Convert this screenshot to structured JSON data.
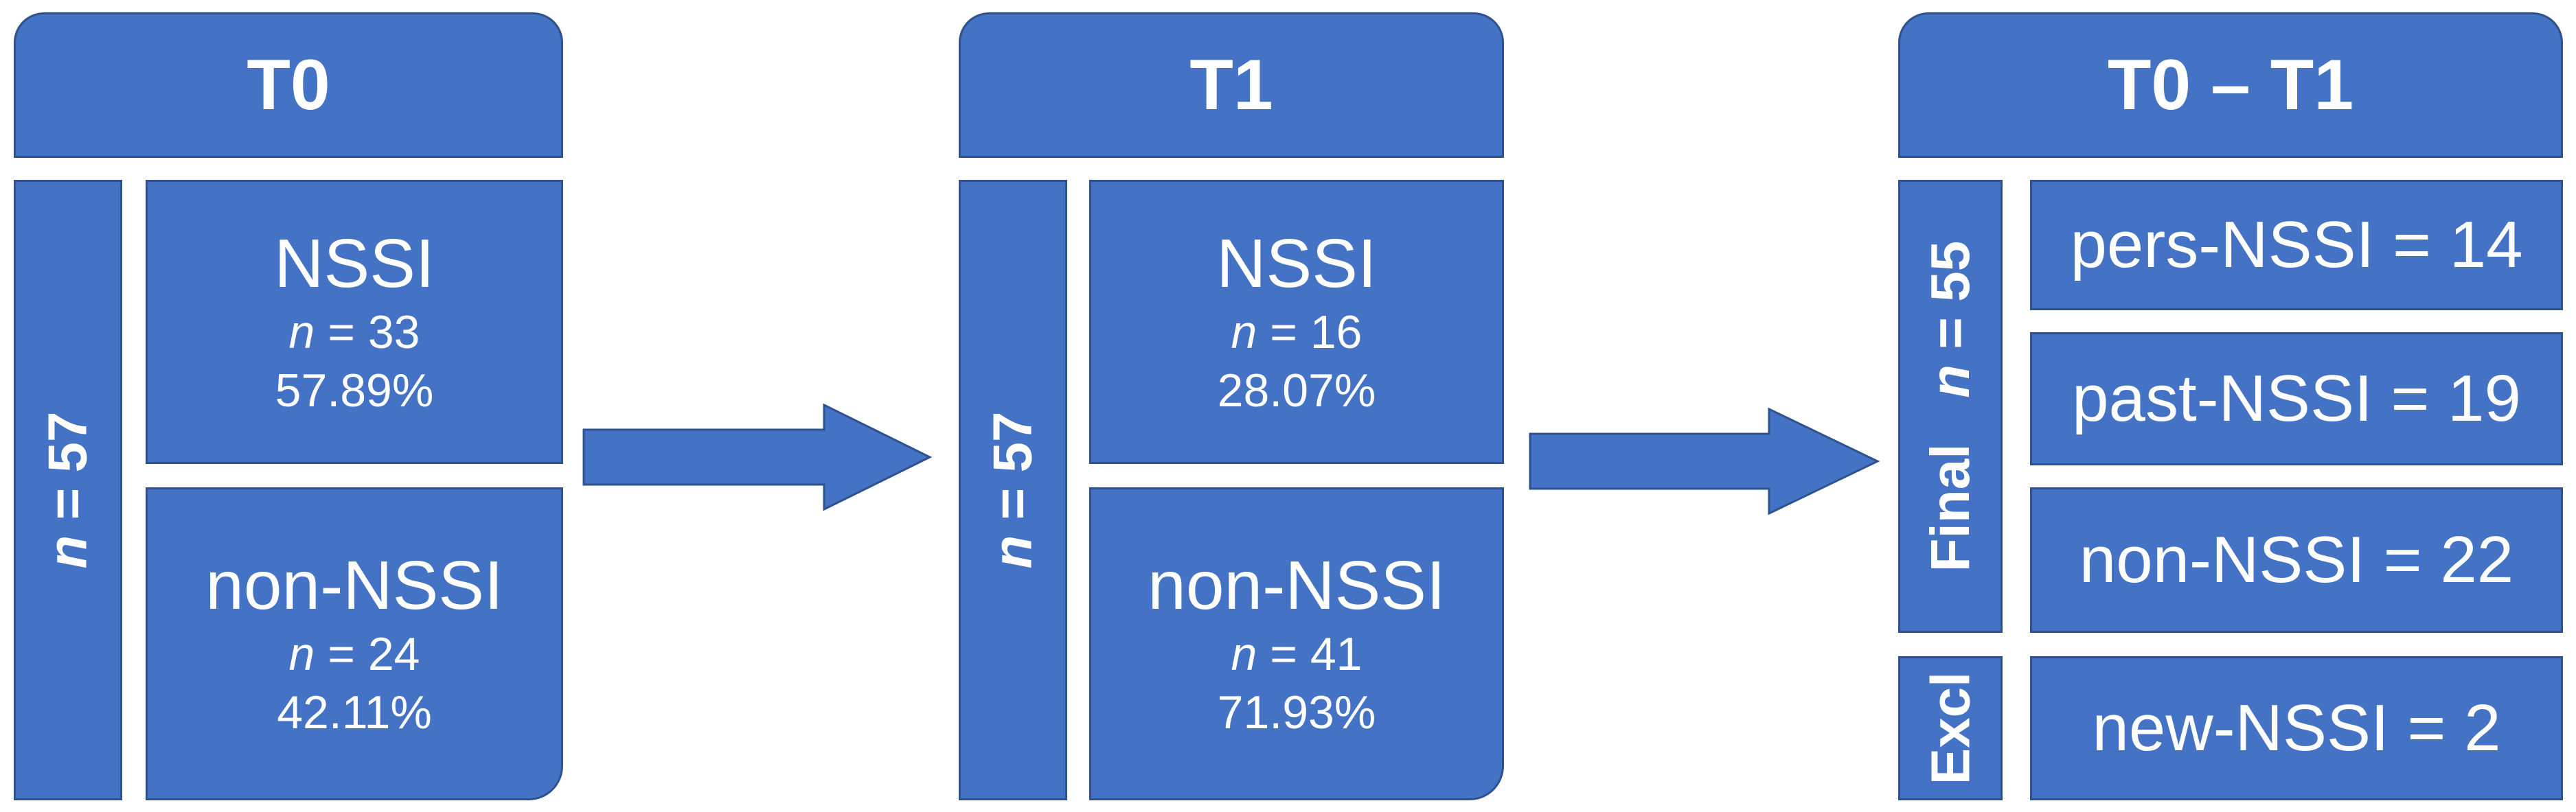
{
  "colors": {
    "fill": "#4472c4",
    "border": "#2f528f",
    "text": "#ffffff"
  },
  "t0": {
    "title": "T0",
    "total_n_symbol": "n",
    "total_n_rest": " = 57",
    "groups": [
      {
        "name": "NSSI",
        "n_symbol": "n",
        "n_value": " = 33",
        "percent": "57.89%"
      },
      {
        "name": "non-NSSI",
        "n_symbol": "n",
        "n_value": " = 24",
        "percent": "42.11%"
      }
    ]
  },
  "t1": {
    "title": "T1",
    "total_n_symbol": "n",
    "total_n_rest": " = 57",
    "groups": [
      {
        "name": "NSSI",
        "n_symbol": "n",
        "n_value": " = 16",
        "percent": "28.07%"
      },
      {
        "name": "non-NSSI",
        "n_symbol": "n",
        "n_value": " = 41",
        "percent": "71.93%"
      }
    ]
  },
  "t0t1": {
    "title": "T0 – T1",
    "final_label": "Final",
    "final_n_symbol": "n",
    "final_n_rest": " = 55",
    "excl_label": "Excl",
    "outcomes": [
      {
        "label": "pers-NSSI = 14"
      },
      {
        "label": "past-NSSI = 19"
      },
      {
        "label": "non-NSSI = 22"
      }
    ],
    "excluded": {
      "label": "new-NSSI = 2"
    }
  },
  "arrows": [
    {
      "name": "t0-to-t1-arrow-icon"
    },
    {
      "name": "t1-to-t0t1-arrow-icon"
    }
  ]
}
